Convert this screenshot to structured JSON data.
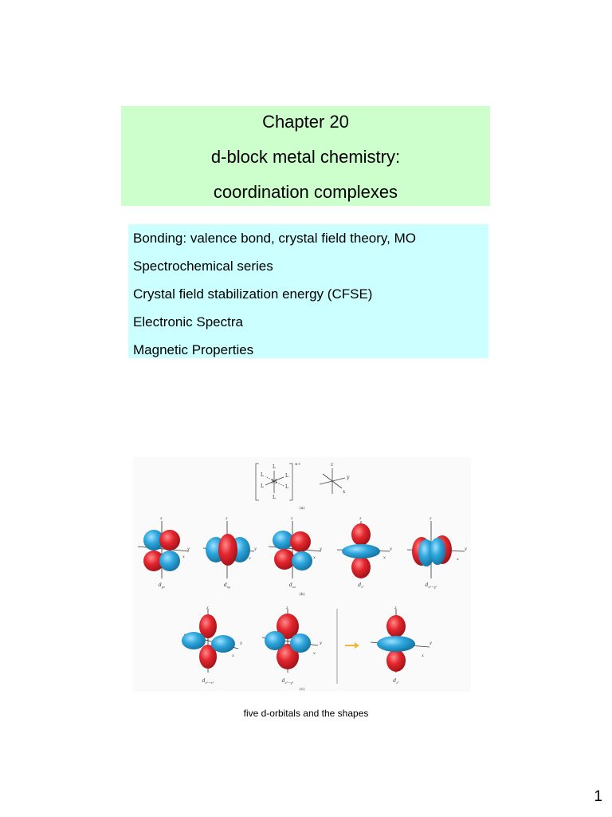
{
  "title": {
    "line1": "Chapter 20",
    "line2": "d-block metal chemistry:",
    "line3": "coordination complexes"
  },
  "topics": [
    "Bonding: valence bond, crystal field theory, MO",
    "Spectrochemical series",
    "Crystal field stabilization energy (CFSE)",
    "Electronic Spectra",
    "Magnetic Properties"
  ],
  "figure": {
    "complex": {
      "ligand": "L",
      "metal": "M",
      "charge": "n+",
      "axes": [
        "z",
        "y",
        "x"
      ],
      "panel": "(a)"
    },
    "row_b": {
      "panel": "(b)",
      "orbitals": [
        {
          "base": "d",
          "sub": "yz"
        },
        {
          "base": "d",
          "sub": "xy"
        },
        {
          "base": "d",
          "sub": "xz"
        },
        {
          "base": "d",
          "sub": "z²"
        },
        {
          "base": "d",
          "sub": "x²−y²"
        }
      ]
    },
    "row_c": {
      "panel": "(c)",
      "orbitals": [
        {
          "base": "d",
          "sub": "z²−x²"
        },
        {
          "base": "d",
          "sub": "z²−y²"
        },
        {
          "base": "d",
          "sub": "z²"
        }
      ]
    },
    "axis_labels": [
      "z",
      "y",
      "x"
    ],
    "colors": {
      "lobe_red": "#d9202a",
      "lobe_blue": "#2aa2d8",
      "arrow": "#f4b43c",
      "background": "#fafafa"
    }
  },
  "caption": "five d-orbitals and the shapes",
  "page_number": "1"
}
